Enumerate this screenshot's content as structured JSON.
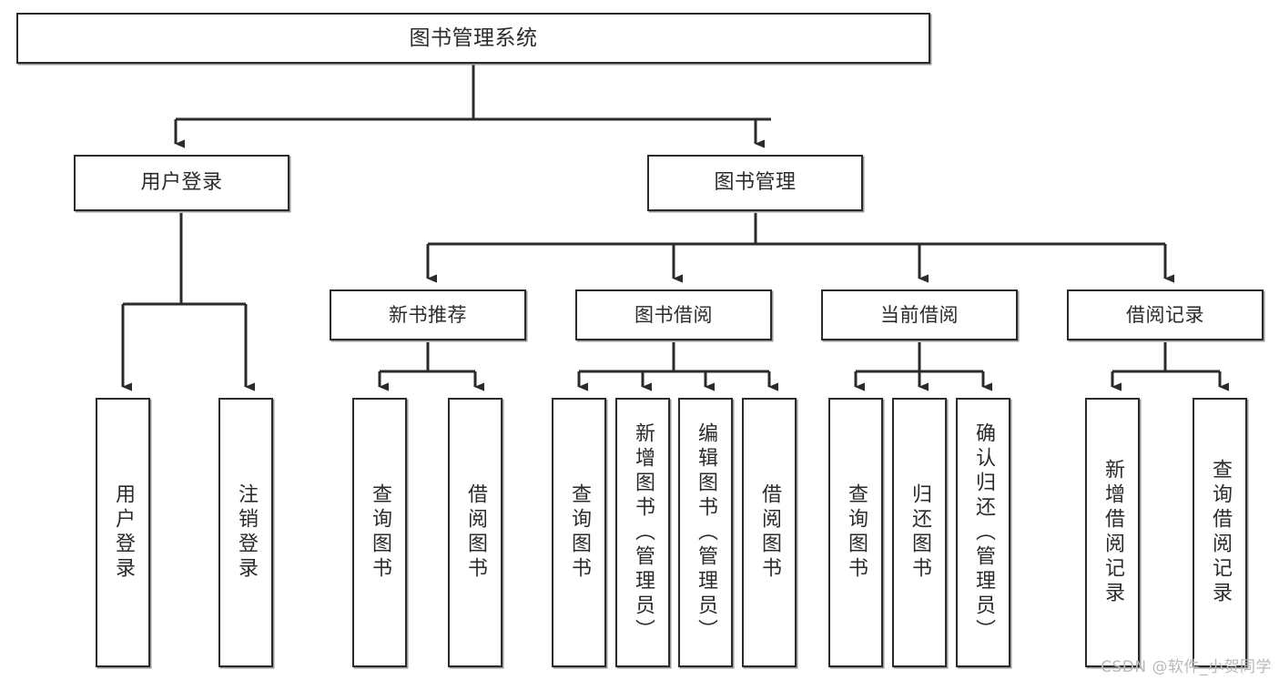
{
  "diagram": {
    "title": "图书管理系统",
    "watermark": "CSDN @软件_小贺同学",
    "accent_color": "#2b2b2b",
    "background_color": "#ffffff",
    "shadow_color": "#9a9a9a",
    "nodes": {
      "root": {
        "label": "图书管理系统"
      },
      "level2": [
        {
          "id": "user-login",
          "label": "用户登录"
        },
        {
          "id": "book-manage",
          "label": "图书管理"
        }
      ],
      "level3": [
        {
          "id": "new-book-recommend",
          "label": "新书推荐"
        },
        {
          "id": "book-borrow",
          "label": "图书借阅"
        },
        {
          "id": "current-borrow",
          "label": "当前借阅"
        },
        {
          "id": "borrow-record",
          "label": "借阅记录"
        }
      ],
      "leaves": [
        {
          "id": "leaf-user-login",
          "label": "用户登录"
        },
        {
          "id": "leaf-logout-login",
          "label": "注销登录"
        },
        {
          "id": "leaf-query-book-1",
          "label": "查询图书"
        },
        {
          "id": "leaf-borrow-book-1",
          "label": "借阅图书"
        },
        {
          "id": "leaf-query-book-2",
          "label": "查询图书"
        },
        {
          "id": "leaf-add-book",
          "label": "新增图书（管理员）"
        },
        {
          "id": "leaf-edit-book",
          "label": "编辑图书（管理员）"
        },
        {
          "id": "leaf-borrow-book-2",
          "label": "借阅图书"
        },
        {
          "id": "leaf-query-book-3",
          "label": "查询图书"
        },
        {
          "id": "leaf-return-book",
          "label": "归还图书"
        },
        {
          "id": "leaf-confirm-return",
          "label": "确认归还（管理员）"
        },
        {
          "id": "leaf-add-record",
          "label": "新增借阅记录"
        },
        {
          "id": "leaf-query-record",
          "label": "查询借阅记录"
        }
      ]
    }
  }
}
